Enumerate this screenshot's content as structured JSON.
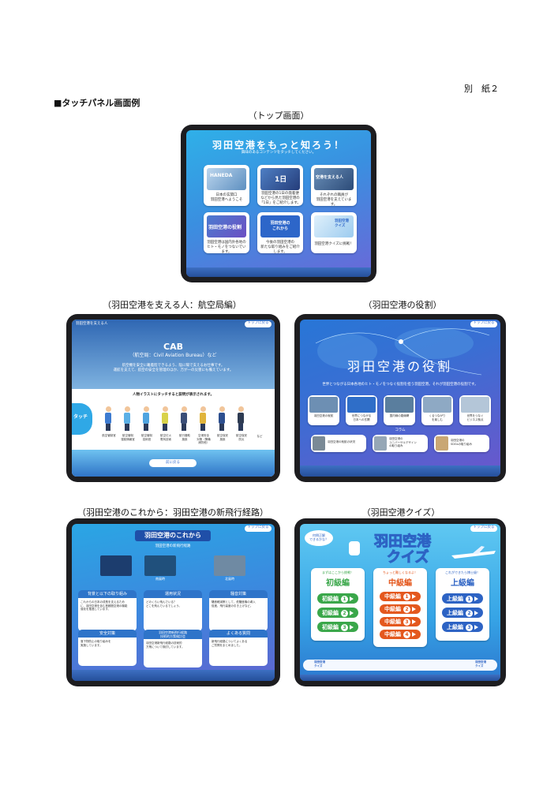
{
  "doc": {
    "annex": "別　紙２",
    "heading": "■タッチパネル画面例"
  },
  "top": {
    "caption": "（トップ画面）",
    "title": "羽田空港をもっと知ろう！",
    "subtitle": "興味のあるコンテンツをタッチしてください。",
    "cards": [
      {
        "text": "日本の玄関口\n羽田空港へようこそ"
      },
      {
        "text": "羽田空港の1日の発着便\nなどから見た羽田空港の\n「1日」をご紹介します。"
      },
      {
        "text": "それぞれの職員が\n羽田空港を支えています。"
      },
      {
        "text": "羽田空港は国内外各地の\nヒト・モノをつないでいます。"
      },
      {
        "text": "今後の羽田空港の\n新たな取り組みをご紹介します。"
      },
      {
        "text": "羽田空港クイズに挑戦！"
      }
    ],
    "card_labels": [
      "HANEDA",
      "1日",
      "空港を支える人",
      "羽田空港の役割",
      "羽田空港の\nこれから",
      "羽田空港\nクイズ"
    ]
  },
  "cab": {
    "caption": "（羽田空港を支える人：航空局編）",
    "breadcrumb": "羽田空港を支える人",
    "back_top": "トップに戻る",
    "heading": "CAB",
    "sub": "（航空局：Civil Aviation Bureau）など",
    "desc": "航空機を安全に離着陸できるよう、陰に陽で支えるお仕事です。\n運航を支えて、航空の安全を管理のほか、万が一の災害にも備えています。",
    "instruction": "人物イラストにタッチすると説明が表示されます。",
    "touch_label": "タッチ",
    "people": [
      "航空管制官",
      "航空管制\n運航情報官",
      "航空管制\n技術官",
      "航空灯火\n電気技術",
      "航行援助\n施設",
      "空港安全\n対策（警備\n消防他）",
      "航空保安\n施設",
      "航空保安\n防災",
      "など"
    ],
    "back": "前に戻る"
  },
  "role": {
    "caption": "（羽田空港の役割）",
    "back_top": "トップに戻る",
    "title": "羽田空港の役割",
    "desc": "世界とつながる日本各地のヒト・モノをつなぐ役割を担う羽田空港。それが羽田空港の役割です。",
    "cards": [
      "羽田空港の就航",
      "世界につながる\n日本への玄関",
      "国内線の路線網",
      "くるつながり\nを楽しむ",
      "世界をつなぐ\nビジネス拠点"
    ],
    "column_label": "コラム",
    "columns": [
      "羽田空港の就航の状況",
      "羽田空港の\nユニバーサルデザイン\nの取り組み",
      "羽田空港の\nSDGsの取り組み"
    ]
  },
  "future": {
    "caption": "（羽田空港のこれから：羽田空港の新飛行経路）",
    "back_top": "トップに戻る",
    "title": "羽田空港のこれから",
    "sub": "羽田空港の新飛行経路",
    "route_labels": [
      "南風時",
      "北風時"
    ],
    "boxes": [
      {
        "title": "背景と以下の取り組み",
        "text": "これからの日本の成長を支えるため\nに、羽田空港を含む首都圏空港の機能\n強化を推進しています。"
      },
      {
        "title": "運用状況",
        "text": "どのくらい飛んでいる？\nどこを飛んでいるでしょう。"
      },
      {
        "title": "騒音対策",
        "text": "騒音軽減策として、低騒音機の導入\n促進、飛行高度の引き上げなど。"
      },
      {
        "title": "安全対策",
        "text": "落下物防止の取り組みを\n実施しています。"
      },
      {
        "title": "羽田空港新飛行経路\n技術的方策検討会",
        "text": "羽田空港新飛行経路の技術的\n方策について検討しています。"
      },
      {
        "title": "よくある質問",
        "text": "新飛行経路についてよくある\nご質問をまとめました。"
      }
    ]
  },
  "quiz": {
    "caption": "（羽田空港クイズ）",
    "back_top": "トップに戻る",
    "bubble": "何問正解\nできるかな？",
    "title_1": "羽田空港",
    "title_2": "クイズ",
    "columns": [
      {
        "intro": "まずはここから挑戦！",
        "name": "初級編",
        "button": "初級編",
        "count": 3,
        "color": "#3aa74a"
      },
      {
        "intro": "ちょっと難しくなるよ！",
        "name": "中級編",
        "button": "中級編",
        "count": 4,
        "color": "#e4581e"
      },
      {
        "intro": "これができたら博士級！",
        "name": "上級編",
        "button": "上級編",
        "count": 3,
        "color": "#2d63c4"
      }
    ],
    "nums": [
      "1",
      "2",
      "3",
      "4"
    ],
    "plane_text": "羽田空港\nクイズ"
  },
  "colors": {
    "accent": "#2fa8e6",
    "purple": "#6a68d8",
    "tablet": "#1d1d20"
  }
}
